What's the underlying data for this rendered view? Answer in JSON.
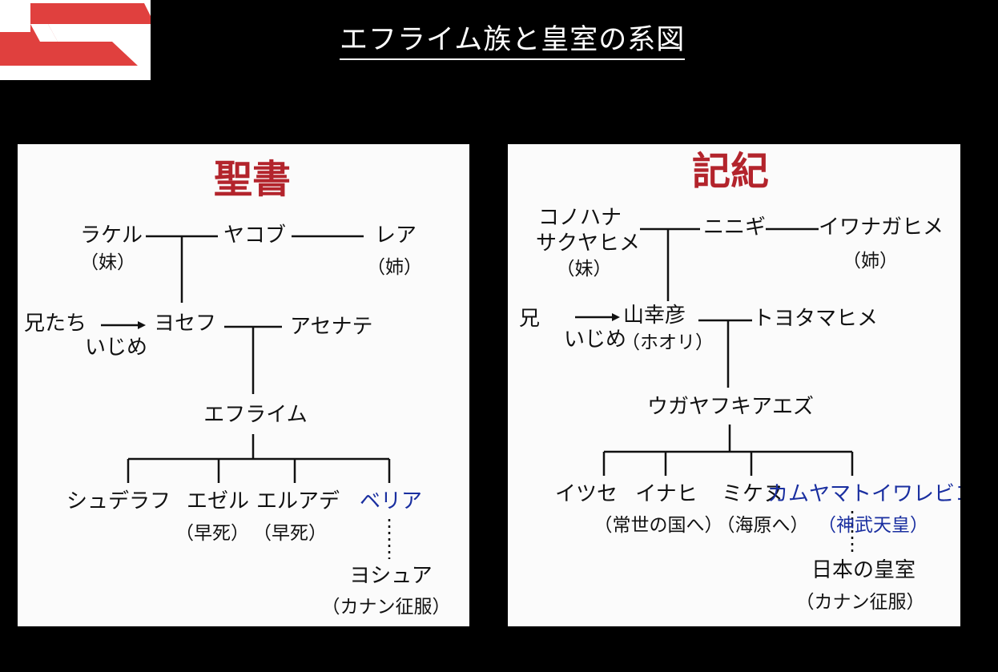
{
  "title": "エフライム族と皇室の系図",
  "colors": {
    "background": "#000000",
    "panel": "#fbfbfb",
    "heading": "#b3242c",
    "highlight": "#1a2fa0",
    "logo": "#e0403e"
  },
  "bible": {
    "heading": "聖書",
    "rachel": "ラケル",
    "rachel_note": "（妹）",
    "jacob": "ヤコブ",
    "leah": "レア",
    "leah_note": "（姉）",
    "brothers": "兄たち",
    "bullying": "いじめ",
    "joseph": "ヨセフ",
    "asenath": "アセナテ",
    "ephraim": "エフライム",
    "shuthelah": "シュデラフ",
    "ezer": "エゼル",
    "ezer_note": "（早死）",
    "elead": "エルアデ",
    "elead_note": "（早死）",
    "beriah": "ベリア",
    "joshua": "ヨシュア",
    "joshua_note": "（カナン征服）"
  },
  "kiki": {
    "heading": "記紀",
    "konohana_1": "コノハナ",
    "konohana_2": "サクヤヒメ",
    "konohana_note": "（妹）",
    "ninigi": "ニニギ",
    "iwanaga": "イワナガヒメ",
    "iwanaga_note": "（姉）",
    "brother": "兄",
    "bullying": "いじめ",
    "yamasachi": "山幸彦",
    "yamasachi_note": "（ホオリ）",
    "toyotama": "トヨタマヒメ",
    "ugaya": "ウガヤフキアエズ",
    "itsuse": "イツセ",
    "inahi": "イナヒ",
    "inahi_note": "（常世の国へ）",
    "mikenu": "ミケヌ",
    "mikenu_note": "（海原へ）",
    "kamuyamato": "カムヤマトイワレビコ",
    "kamuyamato_note": "（神武天皇）",
    "imperial": "日本の皇室",
    "imperial_note": "（カナン征服）"
  }
}
